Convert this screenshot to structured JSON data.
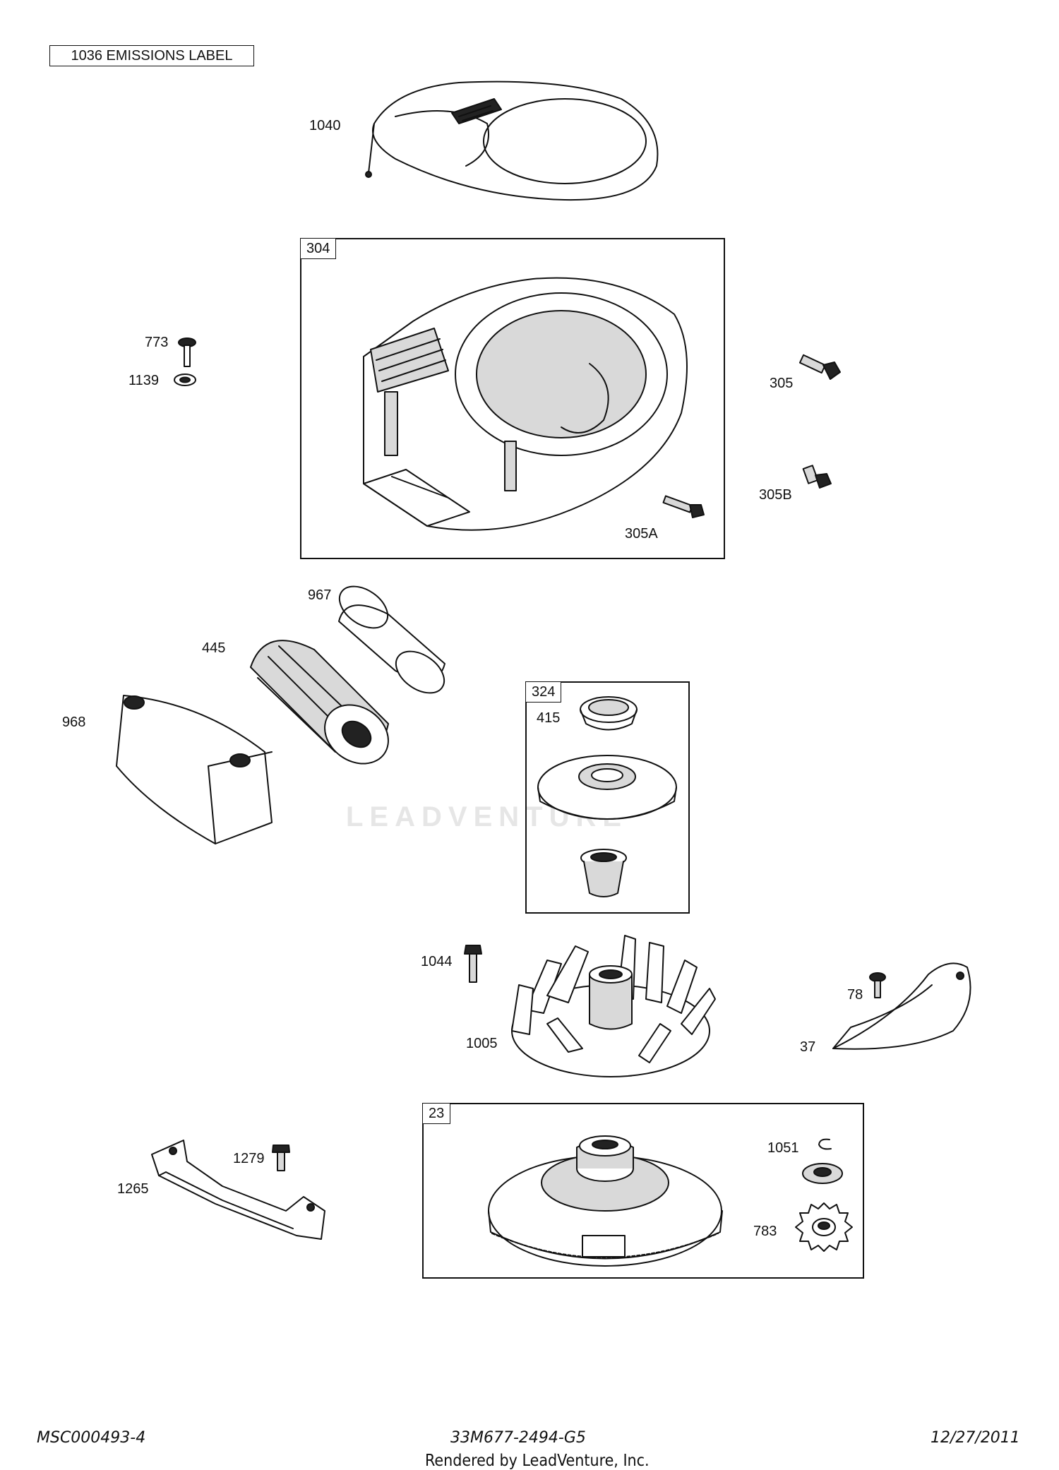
{
  "emissions_label": "1036 EMISSIONS LABEL",
  "callouts": {
    "c1040": "1040",
    "c773": "773",
    "c1139": "1139",
    "c305": "305",
    "c305B": "305B",
    "c305A": "305A",
    "c967": "967",
    "c445": "445",
    "c968": "968",
    "c415": "415",
    "c1044": "1044",
    "c1005": "1005",
    "c78": "78",
    "c37": "37",
    "c1279": "1279",
    "c1265": "1265",
    "c1051": "1051",
    "c783": "783"
  },
  "groups": {
    "g304": "304",
    "g324": "324",
    "g23": "23"
  },
  "watermark": "LEADVENTURE",
  "footer": {
    "left": "MSC000493-4",
    "center": "33M677-2494-G5",
    "right": "12/27/2011",
    "credit": "Rendered by LeadVenture, Inc."
  }
}
